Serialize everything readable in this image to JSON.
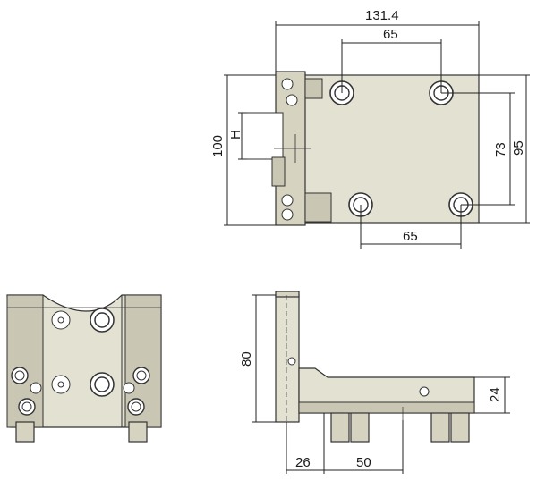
{
  "dimensions": {
    "top_width": "131.4",
    "top_hole_spacing_upper": "65",
    "top_hole_spacing_lower": "65",
    "top_height": "100",
    "top_hole_spacing_vertical": "73",
    "top_total_height": "95",
    "slot_label": "H",
    "side_height": "80",
    "side_thickness": "24",
    "side_offset": "26",
    "side_spacing": "50"
  },
  "colors": {
    "body": "#e3e1d2",
    "shadow": "#c9c6b3",
    "line": "#222222"
  }
}
